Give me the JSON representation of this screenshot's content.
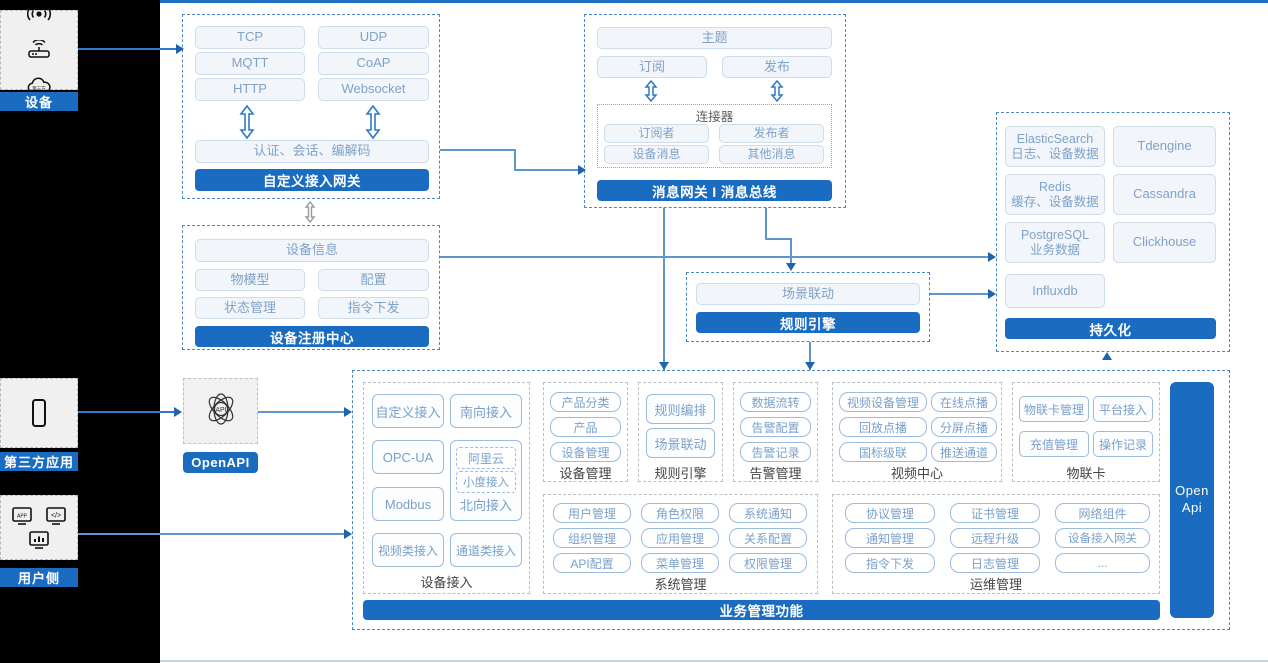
{
  "left_rail": {
    "device": {
      "label": "设备",
      "icons": [
        "wifi-signal-icon",
        "router-icon",
        "cloud-icon"
      ]
    },
    "third_party": {
      "label": "第三方应用",
      "icons": [
        "mobile-phone-icon"
      ]
    },
    "user_side": {
      "label": "用户侧",
      "icons": [
        "app-window-icon",
        "code-window-icon",
        "dashboard-window-icon"
      ]
    }
  },
  "gateway": {
    "protocols": [
      "TCP",
      "UDP",
      "MQTT",
      "CoAP",
      "HTTP",
      "Websocket"
    ],
    "middle": "认证、会话、编解码",
    "title": "自定义接入网关"
  },
  "message": {
    "topic": "主题",
    "subscribe": "订阅",
    "publish": "发布",
    "connector_title": "连接器",
    "connector_items": [
      "订阅者",
      "发布者",
      "设备消息",
      "其他消息"
    ],
    "title": "消息网关 I 消息总线"
  },
  "registry": {
    "info": "设备信息",
    "items": [
      "物模型",
      "配置",
      "状态管理",
      "指令下发"
    ],
    "title": "设备注册中心"
  },
  "rule": {
    "scene": "场景联动",
    "title": "规则引擎"
  },
  "persistence": {
    "stores": [
      {
        "name": "ElasticSearch",
        "sub": "日志、设备数据"
      },
      {
        "name": "Tdengine",
        "sub": ""
      },
      {
        "name": "Redis",
        "sub": "缓存、设备数据"
      },
      {
        "name": "Cassandra",
        "sub": ""
      },
      {
        "name": "PostgreSQL",
        "sub": "业务数据"
      },
      {
        "name": "Clickhouse",
        "sub": ""
      },
      {
        "name": "Influxdb",
        "sub": ""
      }
    ],
    "title": "持久化"
  },
  "openapi": {
    "icon": "api-atom-icon",
    "label": "OpenAPI",
    "side_label_line1": "Open",
    "side_label_line2": "Api"
  },
  "business": {
    "bottom_bar": "业务管理功能",
    "groups": [
      {
        "caption": "设备接入",
        "items": [
          "自定义接入",
          "南向接入",
          "OPC-UA",
          "阿里云",
          "小度接入",
          "Modbus",
          "北向接入",
          "视频类接入",
          "通道类接入"
        ]
      },
      {
        "caption": "设备管理",
        "items": [
          "产品分类",
          "产品",
          "设备管理"
        ]
      },
      {
        "caption": "规则引擎",
        "items": [
          "规则编排",
          "场景联动"
        ]
      },
      {
        "caption": "告警管理",
        "items": [
          "数据流转",
          "告警配置",
          "告警记录"
        ]
      },
      {
        "caption": "视频中心",
        "items": [
          "视频设备管理",
          "在线点播",
          "回放点播",
          "分屏点播",
          "国标级联",
          "推送通道"
        ]
      },
      {
        "caption": "物联卡",
        "items": [
          "物联卡管理",
          "平台接入",
          "充值管理",
          "操作记录"
        ]
      },
      {
        "caption": "系统管理",
        "items": [
          "用户管理",
          "角色权限",
          "系统通知",
          "组织管理",
          "应用管理",
          "关系配置",
          "API配置",
          "菜单管理",
          "权限管理"
        ]
      },
      {
        "caption": "运维管理",
        "items": [
          "协议管理",
          "证书管理",
          "网络组件",
          "通知管理",
          "远程升级",
          "设备接入网关",
          "指令下发",
          "日志管理",
          "..."
        ]
      }
    ]
  },
  "colors": {
    "accent": "#1a6cc0",
    "pale_box": "#f2f6fa",
    "pale_text": "#7fa2c8",
    "line": "#2f7ac4"
  }
}
